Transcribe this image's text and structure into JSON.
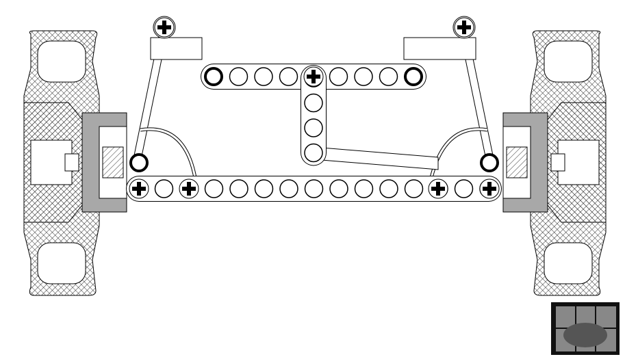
{
  "colors": {
    "line": "#000000",
    "hub_grey": "#a8a8a8",
    "part_fill": "#ffffff",
    "logo_bg": "#111111"
  },
  "beams": {
    "bottom_holes": 15,
    "top_holes": 9,
    "vertical_holes": 4
  }
}
